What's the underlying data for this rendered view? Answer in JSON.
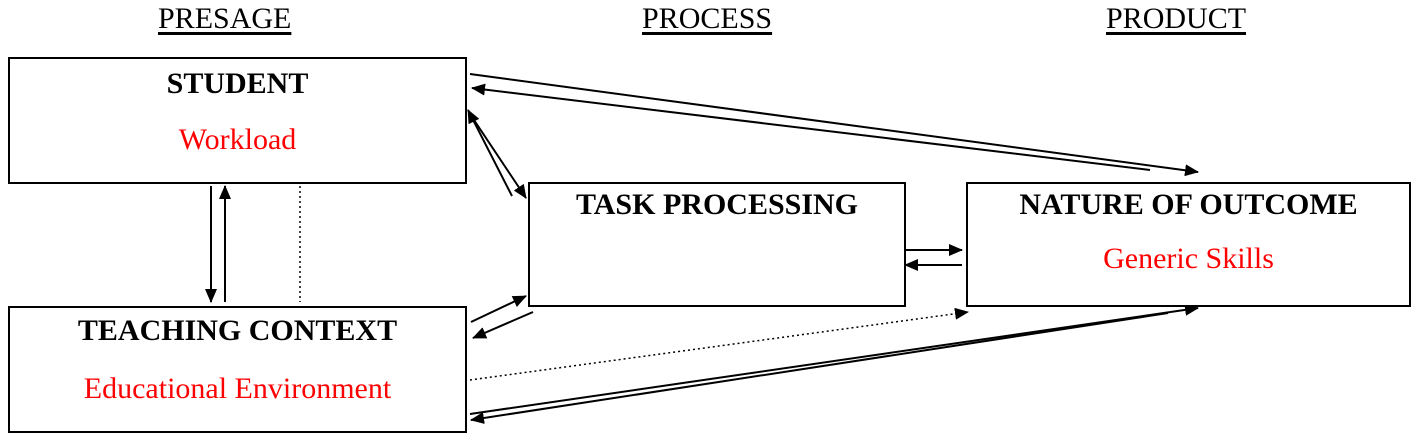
{
  "headers": {
    "presage": "PRESAGE",
    "process": "PROCESS",
    "product": "PRODUCT"
  },
  "boxes": {
    "student": {
      "title": "STUDENT",
      "subtitle": "Workload"
    },
    "teaching_context": {
      "title": "TEACHING CONTEXT",
      "subtitle": "Educational Environment"
    },
    "task_processing": {
      "title": "TASK PROCESSING"
    },
    "nature_of_outcome": {
      "title": "NATURE OF OUTCOME",
      "subtitle": "Generic Skills"
    }
  },
  "colors": {
    "line": "#000000",
    "highlight_text": "#ff0000"
  }
}
